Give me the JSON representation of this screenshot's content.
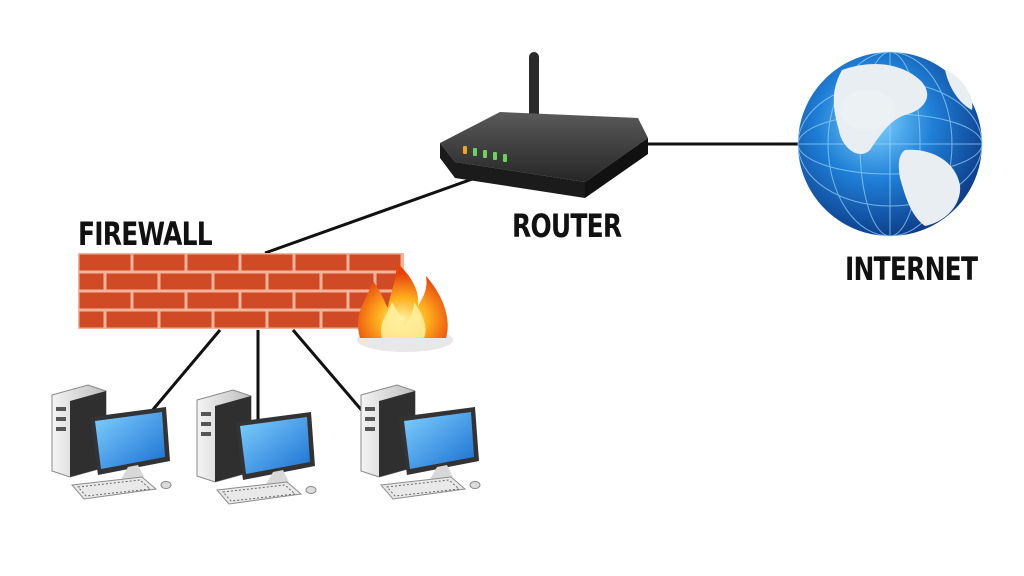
{
  "labels": {
    "firewall": "FIREWALL",
    "router": "ROUTER",
    "internet": "INTERNET"
  },
  "nodes": [
    {
      "id": "internet",
      "icon": "globe-icon"
    },
    {
      "id": "router",
      "icon": "router-icon"
    },
    {
      "id": "firewall",
      "icon": "brick-wall-icon"
    },
    {
      "id": "fire",
      "icon": "flame-icon"
    },
    {
      "id": "pc-1",
      "icon": "desktop-computer-icon"
    },
    {
      "id": "pc-2",
      "icon": "desktop-computer-icon"
    },
    {
      "id": "pc-3",
      "icon": "desktop-computer-icon"
    }
  ],
  "links": [
    {
      "from": "router",
      "to": "internet"
    },
    {
      "from": "router",
      "to": "firewall"
    },
    {
      "from": "firewall",
      "to": "pc-1"
    },
    {
      "from": "firewall",
      "to": "pc-2"
    },
    {
      "from": "firewall",
      "to": "pc-3"
    }
  ],
  "colors": {
    "brick": "#cf4a25",
    "mortar": "#f3b49a",
    "router_body": "#2b2b2b",
    "globe_ocean": "#1f7fd6",
    "land": "#e8eef2",
    "screen": "#2e9be8",
    "case": "#e6e6e6"
  }
}
